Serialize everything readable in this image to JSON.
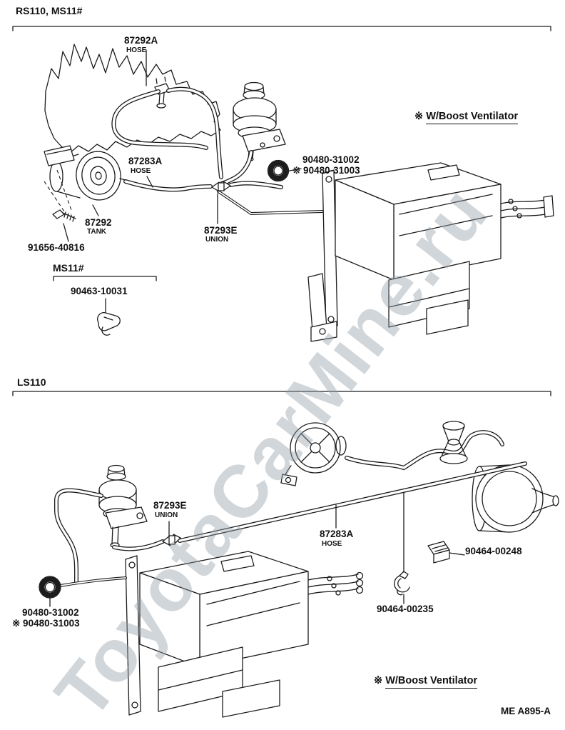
{
  "page": {
    "footer_code": "ME  A895-A",
    "watermark": "ToyotaCarMine.ru"
  },
  "sections": {
    "top": {
      "title": "RS110, MS11#",
      "boost": {
        "prefix": "※",
        "text": "W/Boost Ventilator"
      },
      "labels": {
        "hose_87292a": {
          "part": "87292A",
          "sub": "HOSE"
        },
        "hose_87283a": {
          "part": "87283A",
          "sub": "HOSE"
        },
        "grommet_1": "90480-31002",
        "grommet_2": "※ 90480-31003",
        "tank": {
          "part": "87292",
          "sub": "TANK"
        },
        "union": {
          "part": "87293E",
          "sub": "UNION"
        },
        "screw": "91656-40816",
        "ms11_title": "MS11#",
        "clamp": "90463-10031"
      }
    },
    "bottom": {
      "title": "LS110",
      "boost": {
        "prefix": "※",
        "text": "W/Boost Ventilator"
      },
      "labels": {
        "union": {
          "part": "87293E",
          "sub": "UNION"
        },
        "hose_87283a": {
          "part": "87283A",
          "sub": "HOSE"
        },
        "clip_248": "90464-00248",
        "clip_235": "90464-00235",
        "grommet_1": "90480-31002",
        "grommet_2": "※ 90480-31003"
      }
    }
  }
}
